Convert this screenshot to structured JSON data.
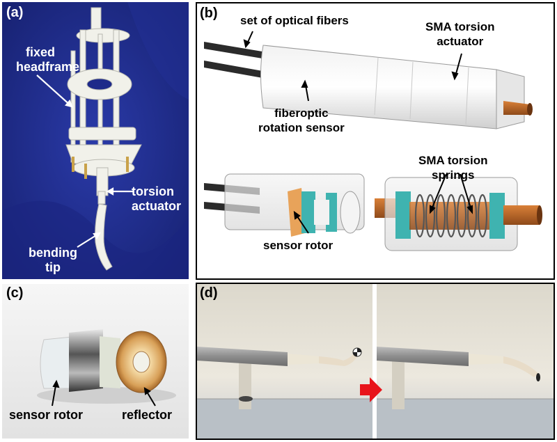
{
  "panels": {
    "a": {
      "tag": "(a)",
      "labels": {
        "fixed_headframe": [
          "fixed",
          "headframe"
        ],
        "torsion_actuator": [
          "torsion",
          "actuator"
        ],
        "bending_tip": [
          "bending",
          "tip"
        ]
      },
      "colors": {
        "background": "#1f2a8f",
        "frame": "#f0f0ea"
      }
    },
    "b": {
      "tag": "(b)",
      "labels": {
        "optical_fibers": "set of optical fibers",
        "sma_actuator": [
          "SMA torsion",
          "actuator"
        ],
        "rotation_sensor": [
          "fiberoptic",
          "rotation sensor"
        ],
        "sma_springs": [
          "SMA torsion",
          "springs"
        ],
        "sensor_rotor": "sensor rotor"
      },
      "colors": {
        "copper": "#c46a2a",
        "teal": "#3fb3b0",
        "fiber": "#2b2b2b"
      }
    },
    "c": {
      "tag": "(c)",
      "labels": {
        "sensor_rotor": "sensor rotor",
        "reflector": "reflector"
      }
    },
    "d": {
      "tag": "(d)",
      "colors": {
        "arrow": "#e8141a"
      }
    }
  }
}
